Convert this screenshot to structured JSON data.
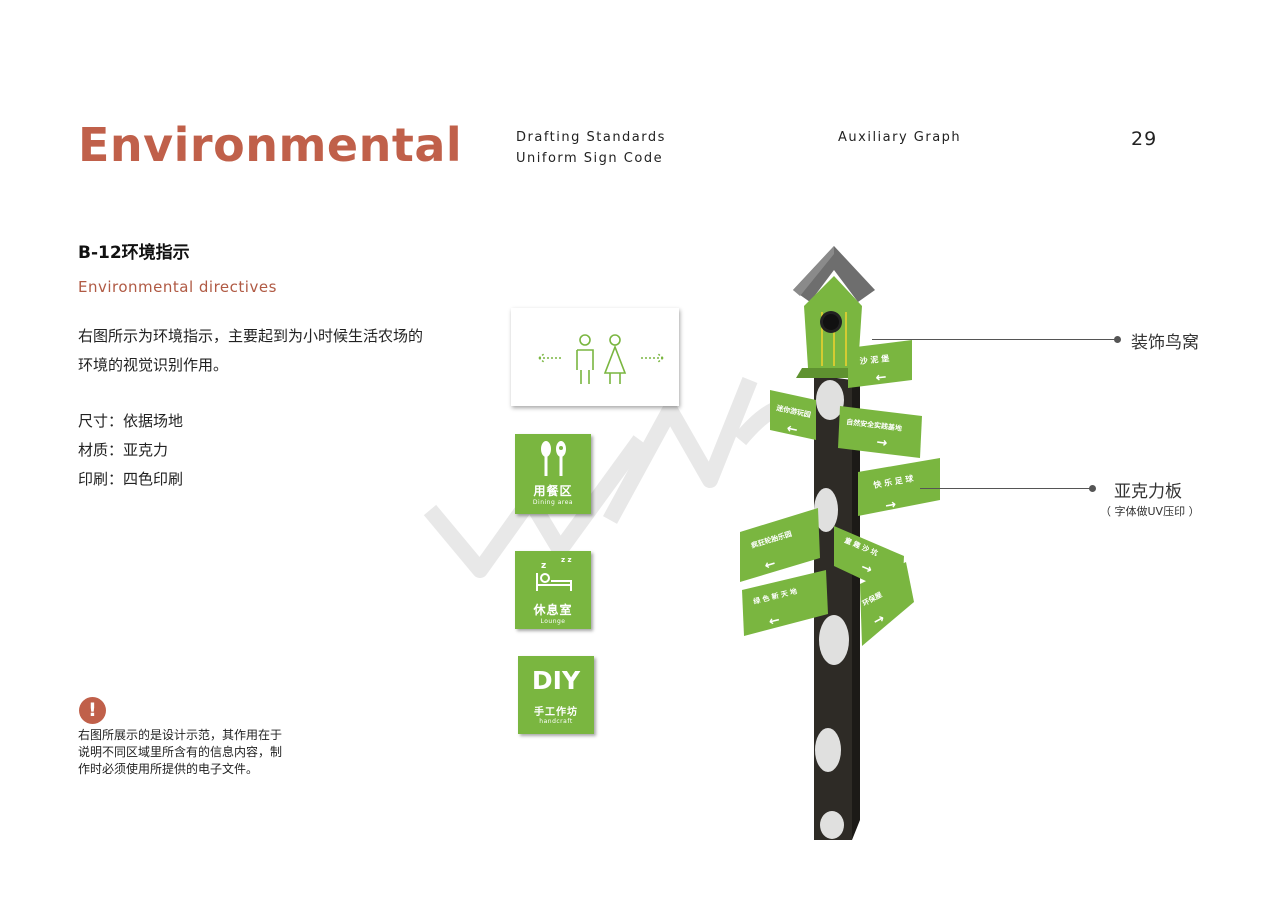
{
  "header": {
    "title": "Environmental",
    "standards_line1": "Drafting Standards",
    "standards_line2": "Uniform Sign Code",
    "auxiliary": "Auxiliary  Graph",
    "page_number": "29"
  },
  "section": {
    "code_title": "B-12环境指示",
    "subtitle": "Environmental directives",
    "description": "右图所示为环境指示，主要起到为小时候生活农场的环境的视觉识别作用。",
    "spec_size": "尺寸：依据场地",
    "spec_material": "材质：亚克力",
    "spec_print": "印刷：四色印刷"
  },
  "note": {
    "icon": "exclamation-icon",
    "text": "右图所展示的是设计示范，其作用在于说明不同区域里所含有的信息内容，制作时必须使用所提供的电子文件。"
  },
  "signs": {
    "dining_cn": "用餐区",
    "dining_en": "Dining area",
    "lounge_cn": "休息室",
    "lounge_en": "Lounge",
    "diy_title": "DIY",
    "diy_cn": "手工作坊",
    "diy_en": "handcraft"
  },
  "post_arrows": [
    {
      "cn": "沙 泥 堡",
      "dir": "←"
    },
    {
      "cn": "迷你游玩园",
      "dir": "←"
    },
    {
      "cn": "自然安全实践基地",
      "dir": "→"
    },
    {
      "cn": "快 乐 足 球",
      "dir": "→"
    },
    {
      "cn": "疯狂轮胎乐园",
      "dir": "←"
    },
    {
      "cn": "童 趣 沙 坑",
      "dir": "→"
    },
    {
      "cn": "绿 色 新 天 地",
      "dir": "←"
    },
    {
      "cn": "环保屋",
      "dir": "→"
    }
  ],
  "callouts": {
    "birdhouse": "装饰鸟窝",
    "acrylic": "亚克力板",
    "acrylic_note": "（ 字体做UV压印 ）"
  },
  "colors": {
    "accent": "#c0604a",
    "sign_green": "#7ab640",
    "post_dark": "#2e2b26",
    "roof_gray": "#6e6e6e"
  }
}
